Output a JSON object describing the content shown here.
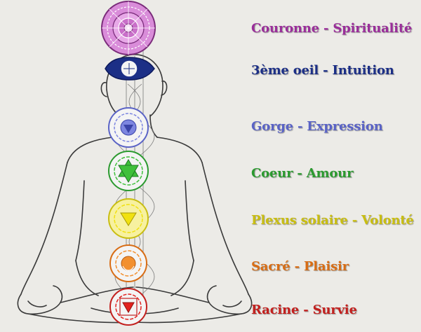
{
  "chakras": [
    {
      "key": "couronne",
      "label": "Couronne - Spiritualité",
      "color": "#9a2e9a",
      "fill": "#d57fd6"
    },
    {
      "key": "troisieme",
      "label": "3ème oeil - Intuition",
      "color": "#1c2f86",
      "fill": "#1c2f86"
    },
    {
      "key": "gorge",
      "label": "Gorge - Expression",
      "color": "#5a63c6",
      "fill": "#7d86e0"
    },
    {
      "key": "coeur",
      "label": "Coeur - Amour",
      "color": "#2b9a2f",
      "fill": "#3fc03b"
    },
    {
      "key": "plexus",
      "label": "Plexus solaire - Volonté",
      "color": "#c9be12",
      "fill": "#f1e10f"
    },
    {
      "key": "sacre",
      "label": "Sacré - Plaisir",
      "color": "#d86d15",
      "fill": "#f29030"
    },
    {
      "key": "racine",
      "label": "Racine - Survie",
      "color": "#c3201e",
      "fill": "#e2221f"
    }
  ]
}
